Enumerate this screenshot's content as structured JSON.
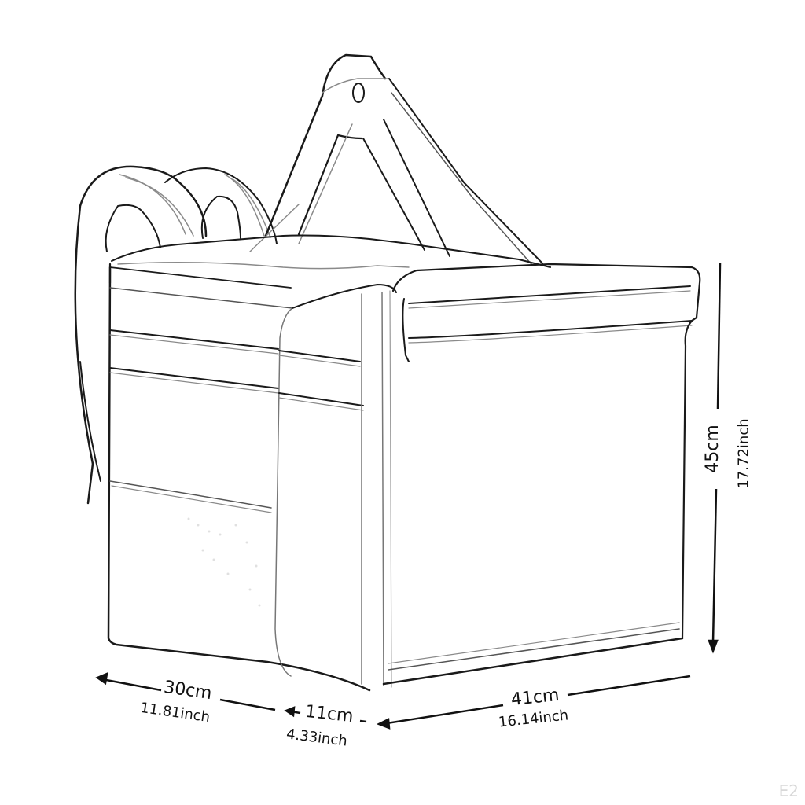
{
  "diagram": {
    "subject": "Insulated delivery backpack (line sketch)",
    "style": "pencil outline on white",
    "colors": {
      "background": "#ffffff",
      "outline": "#1a1a1a",
      "light_outline": "#9a9a9a",
      "watermark": "#d8d8d8"
    }
  },
  "dimensions": {
    "depth": {
      "metric": "30cm",
      "imperial": "11.81inch"
    },
    "side_panel": {
      "metric": "11cm",
      "imperial": "4.33inch"
    },
    "width": {
      "metric": "41cm",
      "imperial": "16.14inch"
    },
    "height": {
      "metric": "45cm",
      "imperial": "17.72inch"
    }
  },
  "parts": [
    "top-carry-handle",
    "shoulder-straps",
    "main-compartment",
    "front-flap-lid",
    "reflective-strips",
    "side-mesh-pocket",
    "side-zipper-panel"
  ],
  "watermark": "E2"
}
